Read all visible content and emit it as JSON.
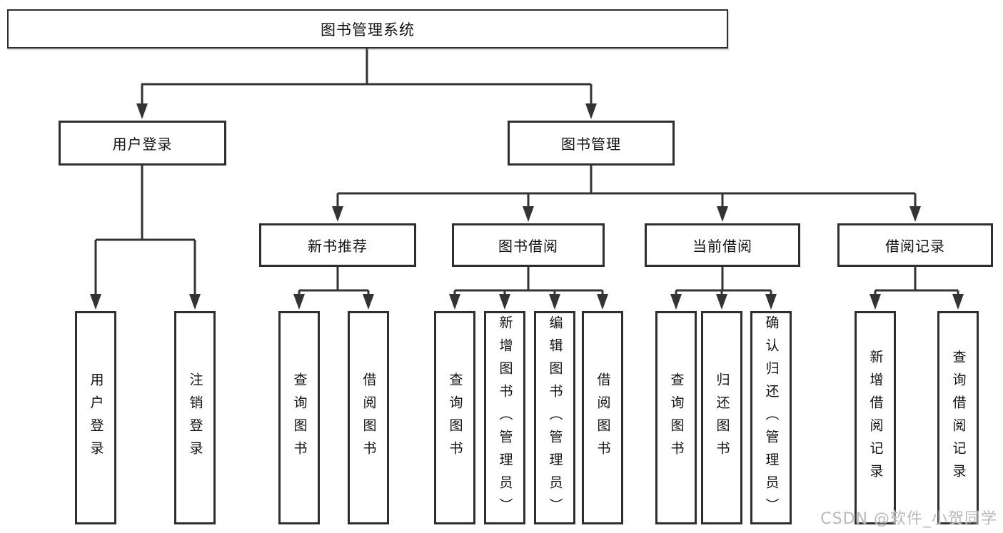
{
  "title": {
    "label": "图书管理系统"
  },
  "level2": {
    "user_login": "用户登录",
    "book_mgmt": "图书管理"
  },
  "level3": {
    "new_books": "新书推荐",
    "book_borrow": "图书借阅",
    "current_borrow": "当前借阅",
    "borrow_records": "借阅记录"
  },
  "leaves": {
    "user_login": [
      "用户登录",
      "注销登录"
    ],
    "new_books": [
      "查询图书",
      "借阅图书"
    ],
    "book_borrow": [
      "查询图书",
      "新增图书（管理员）",
      "编辑图书（管理员）",
      "借阅图书"
    ],
    "current_borrow": [
      "查询图书",
      "归还图书",
      "确认归还（管理员）"
    ],
    "borrow_records": [
      "新增借阅记录",
      "查询借阅记录"
    ]
  },
  "watermark": {
    "text": "CSDN @软件_小贺同学"
  },
  "colors": {
    "line": "#333333",
    "box_border": "#2e2e2e",
    "text": "#111111",
    "watermark": "#b9b9b9",
    "background": "#ffffff"
  }
}
